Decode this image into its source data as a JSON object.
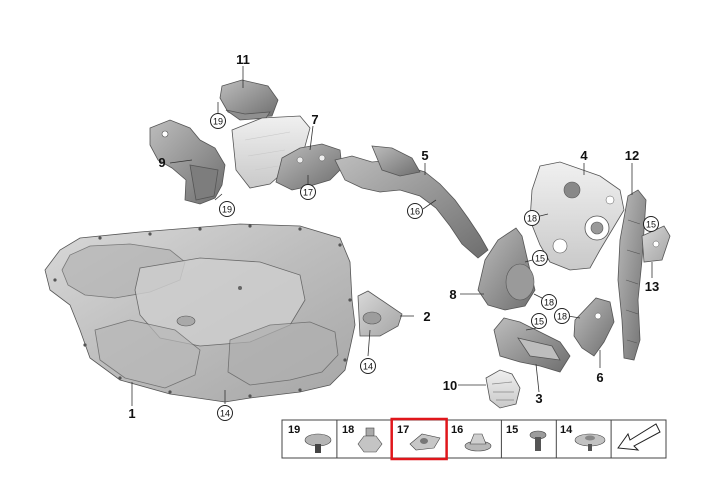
{
  "callouts": {
    "p1": "1",
    "p2": "2",
    "p3": "3",
    "p4": "4",
    "p5": "5",
    "p6": "6",
    "p7": "7",
    "p8": "8",
    "p9": "9",
    "p10": "10",
    "p11": "11",
    "p12": "12",
    "p13": "13"
  },
  "fastener_callouts": {
    "c19a": "19",
    "c19b": "19",
    "c17": "17",
    "c16": "16",
    "c18a": "18",
    "c15a": "15",
    "c15b": "15",
    "c15c": "15",
    "c18b": "18",
    "c18c": "18",
    "c14a": "14",
    "c14b": "14"
  },
  "legend": {
    "cells": [
      {
        "label": "19",
        "icon": "push-rivet-icon"
      },
      {
        "label": "18",
        "icon": "hex-nut-icon"
      },
      {
        "label": "17",
        "icon": "clip-nut-icon",
        "selected": true
      },
      {
        "label": "16",
        "icon": "flange-nut-icon"
      },
      {
        "label": "15",
        "icon": "expanding-rivet-icon"
      },
      {
        "label": "14",
        "icon": "washer-screw-icon"
      },
      {
        "label": "",
        "icon": "arrow-icon"
      }
    ],
    "highlight_color": "#e0161b"
  }
}
